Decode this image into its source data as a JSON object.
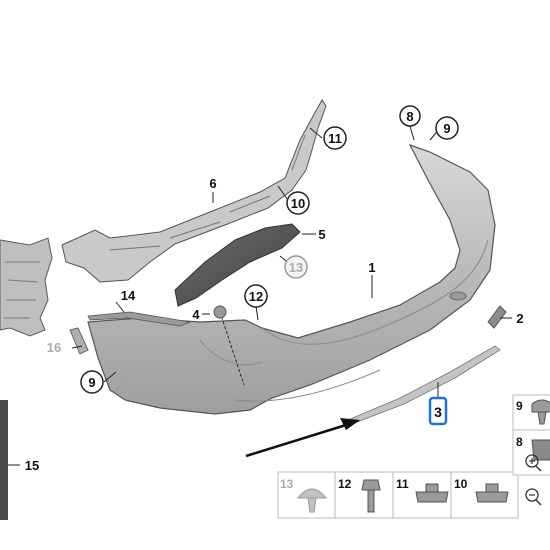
{
  "diagram": {
    "callouts": {
      "c1": "1",
      "c2": "2",
      "c3": "3",
      "c5": "5",
      "c6": "6",
      "c8": "8",
      "c9a": "9",
      "c9b": "9",
      "c10": "10",
      "c11": "11",
      "c12": "12",
      "c13": "13",
      "c14": "14",
      "c15": "15",
      "c16": "16",
      "c4": "4"
    }
  },
  "parts_strip": {
    "items": [
      {
        "number": "13",
        "icon": "push-rivet-icon"
      },
      {
        "number": "12",
        "icon": "bolt-icon"
      },
      {
        "number": "11",
        "icon": "clip-nut-icon"
      },
      {
        "number": "10",
        "icon": "clip-nut-icon"
      }
    ]
  },
  "parts_column": {
    "items": [
      {
        "number": "9",
        "icon": "expanding-rivet-icon"
      },
      {
        "number": "8",
        "icon": "clip-icon"
      }
    ]
  },
  "highlight_color": "#1a73e8",
  "zoom": {
    "in_icon": "zoom-in-icon",
    "out_icon": "zoom-out-icon"
  }
}
